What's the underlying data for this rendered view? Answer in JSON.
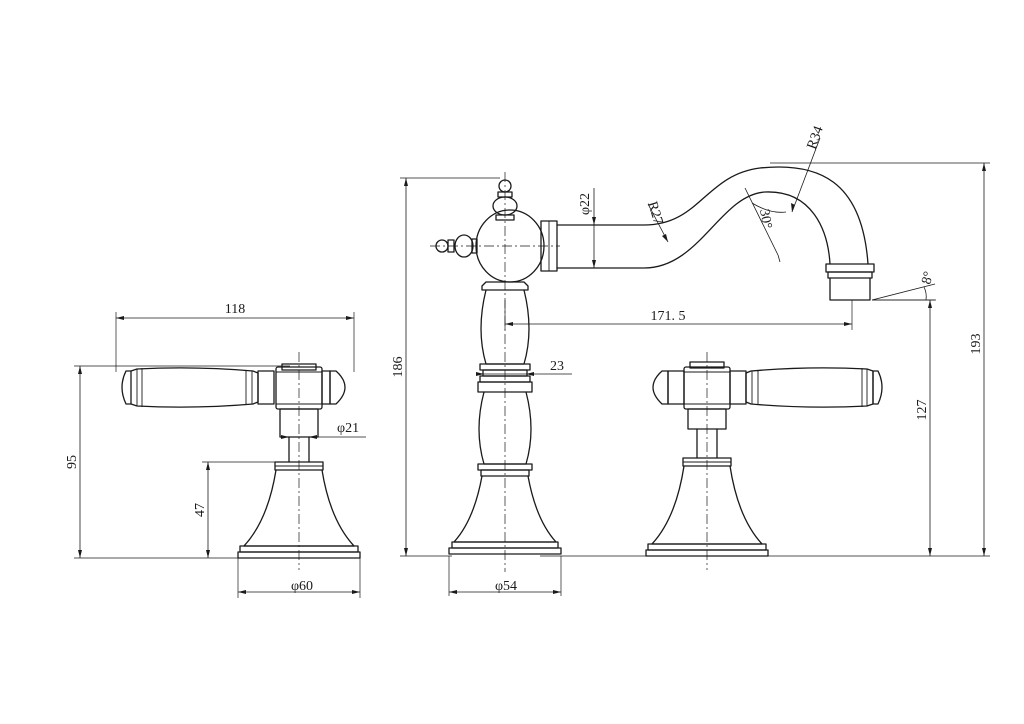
{
  "dimensions": {
    "handle_span": "118",
    "handle_height": "95",
    "stem_diameter": "φ21",
    "base_height": "47",
    "handle_base_diameter": "φ60",
    "spout_body_height": "186",
    "spout_pipe_diameter": "φ22",
    "bend_radius_inner": "R27",
    "bend_radius_outer": "R34",
    "bend_angle": "30°",
    "reach": "171. 5",
    "neck_diameter": "23",
    "spout_base_diameter": "φ54",
    "outlet_height": "127",
    "overall_height": "193",
    "outlet_angle": "8°"
  }
}
